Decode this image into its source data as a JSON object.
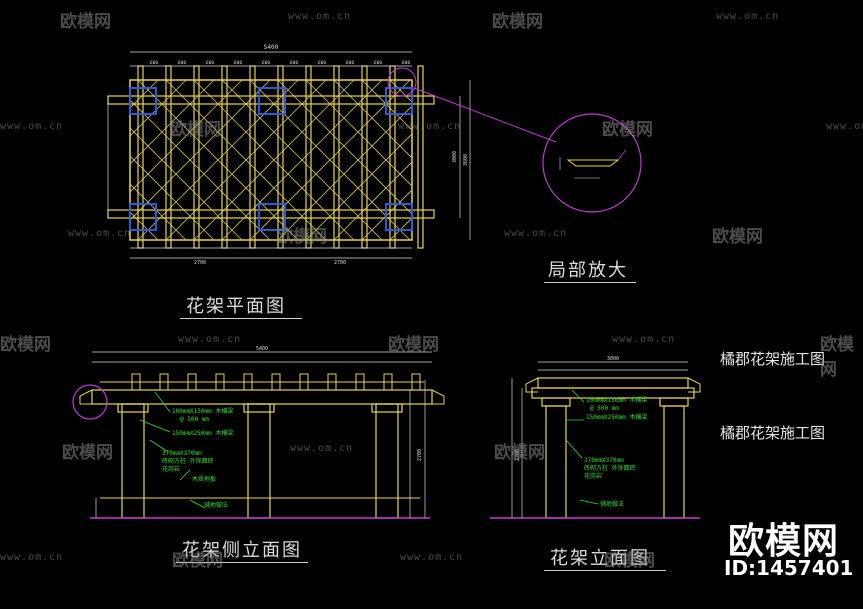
{
  "titles": {
    "plan": "花架平面图",
    "detail": "局部放大",
    "side_elevation": "花架侧立面图",
    "front_elevation": "花架立面图"
  },
  "side_notes": [
    "橘郡花架施工图",
    "橘郡花架施工图"
  ],
  "annotations": {
    "top_beam": "100mmX150mm 木横梁",
    "spacing": "@ 500 mm",
    "main_beam": "150mmX250mm 木横梁",
    "column": "370mmX370mm",
    "column_note1": "砖砌方柱 外饰面砖",
    "column_note2": "花岗岩",
    "floor_note": "木质地板",
    "ground_note": "铺地做法"
  },
  "dims": {
    "plan_total": "5400",
    "plan_half": "2700",
    "plan_segment": "600",
    "plan_depth": "3000",
    "plan_depth_total": "3600",
    "side_total": "5400",
    "front_total": "3000",
    "height": "2700"
  },
  "watermarks": {
    "logo": "欧模网",
    "url": "www.om.cn"
  },
  "brand": {
    "name": "欧模网",
    "id": "ID:1457401"
  },
  "colors": {
    "background": "#000000",
    "beam": "#e8d44d",
    "grid": "#d8c26a",
    "column": "#2d5bd8",
    "dimension": "#d9d9d9",
    "leader": "#c23ad6",
    "annotation": "#33e033",
    "ground": "#c23ad6"
  }
}
